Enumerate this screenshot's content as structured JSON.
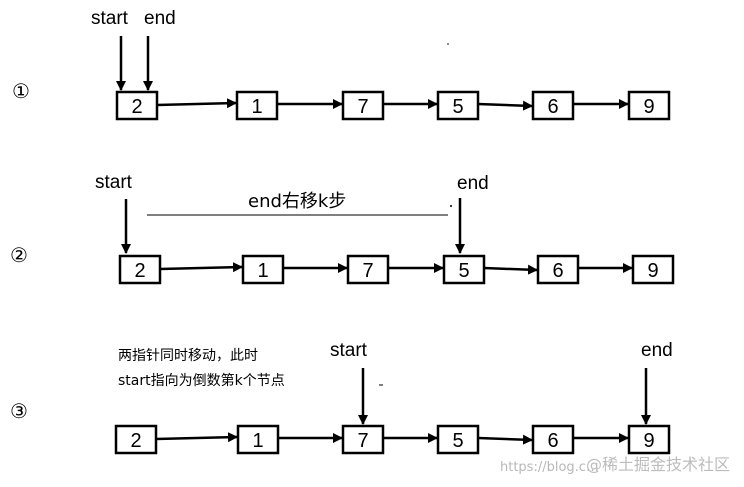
{
  "steps": [
    "①",
    "②",
    "③"
  ],
  "row1": {
    "values": [
      "2",
      "1",
      "7",
      "5",
      "6",
      "9"
    ],
    "start_label": "start",
    "end_label": "end"
  },
  "row2": {
    "values": [
      "2",
      "1",
      "7",
      "5",
      "6",
      "9"
    ],
    "start_label": "start",
    "end_label": "end",
    "move_label": "end右移k步"
  },
  "row3": {
    "values": [
      "2",
      "1",
      "7",
      "5",
      "6",
      "9"
    ],
    "start_label": "start",
    "end_label": "end",
    "note_line1": "两指针同时移动，此时",
    "note_line2": "start指向为倒数第k个节点"
  },
  "watermark": {
    "url": "https://blog.c…",
    "site": "@稀土掘金技术社区"
  }
}
